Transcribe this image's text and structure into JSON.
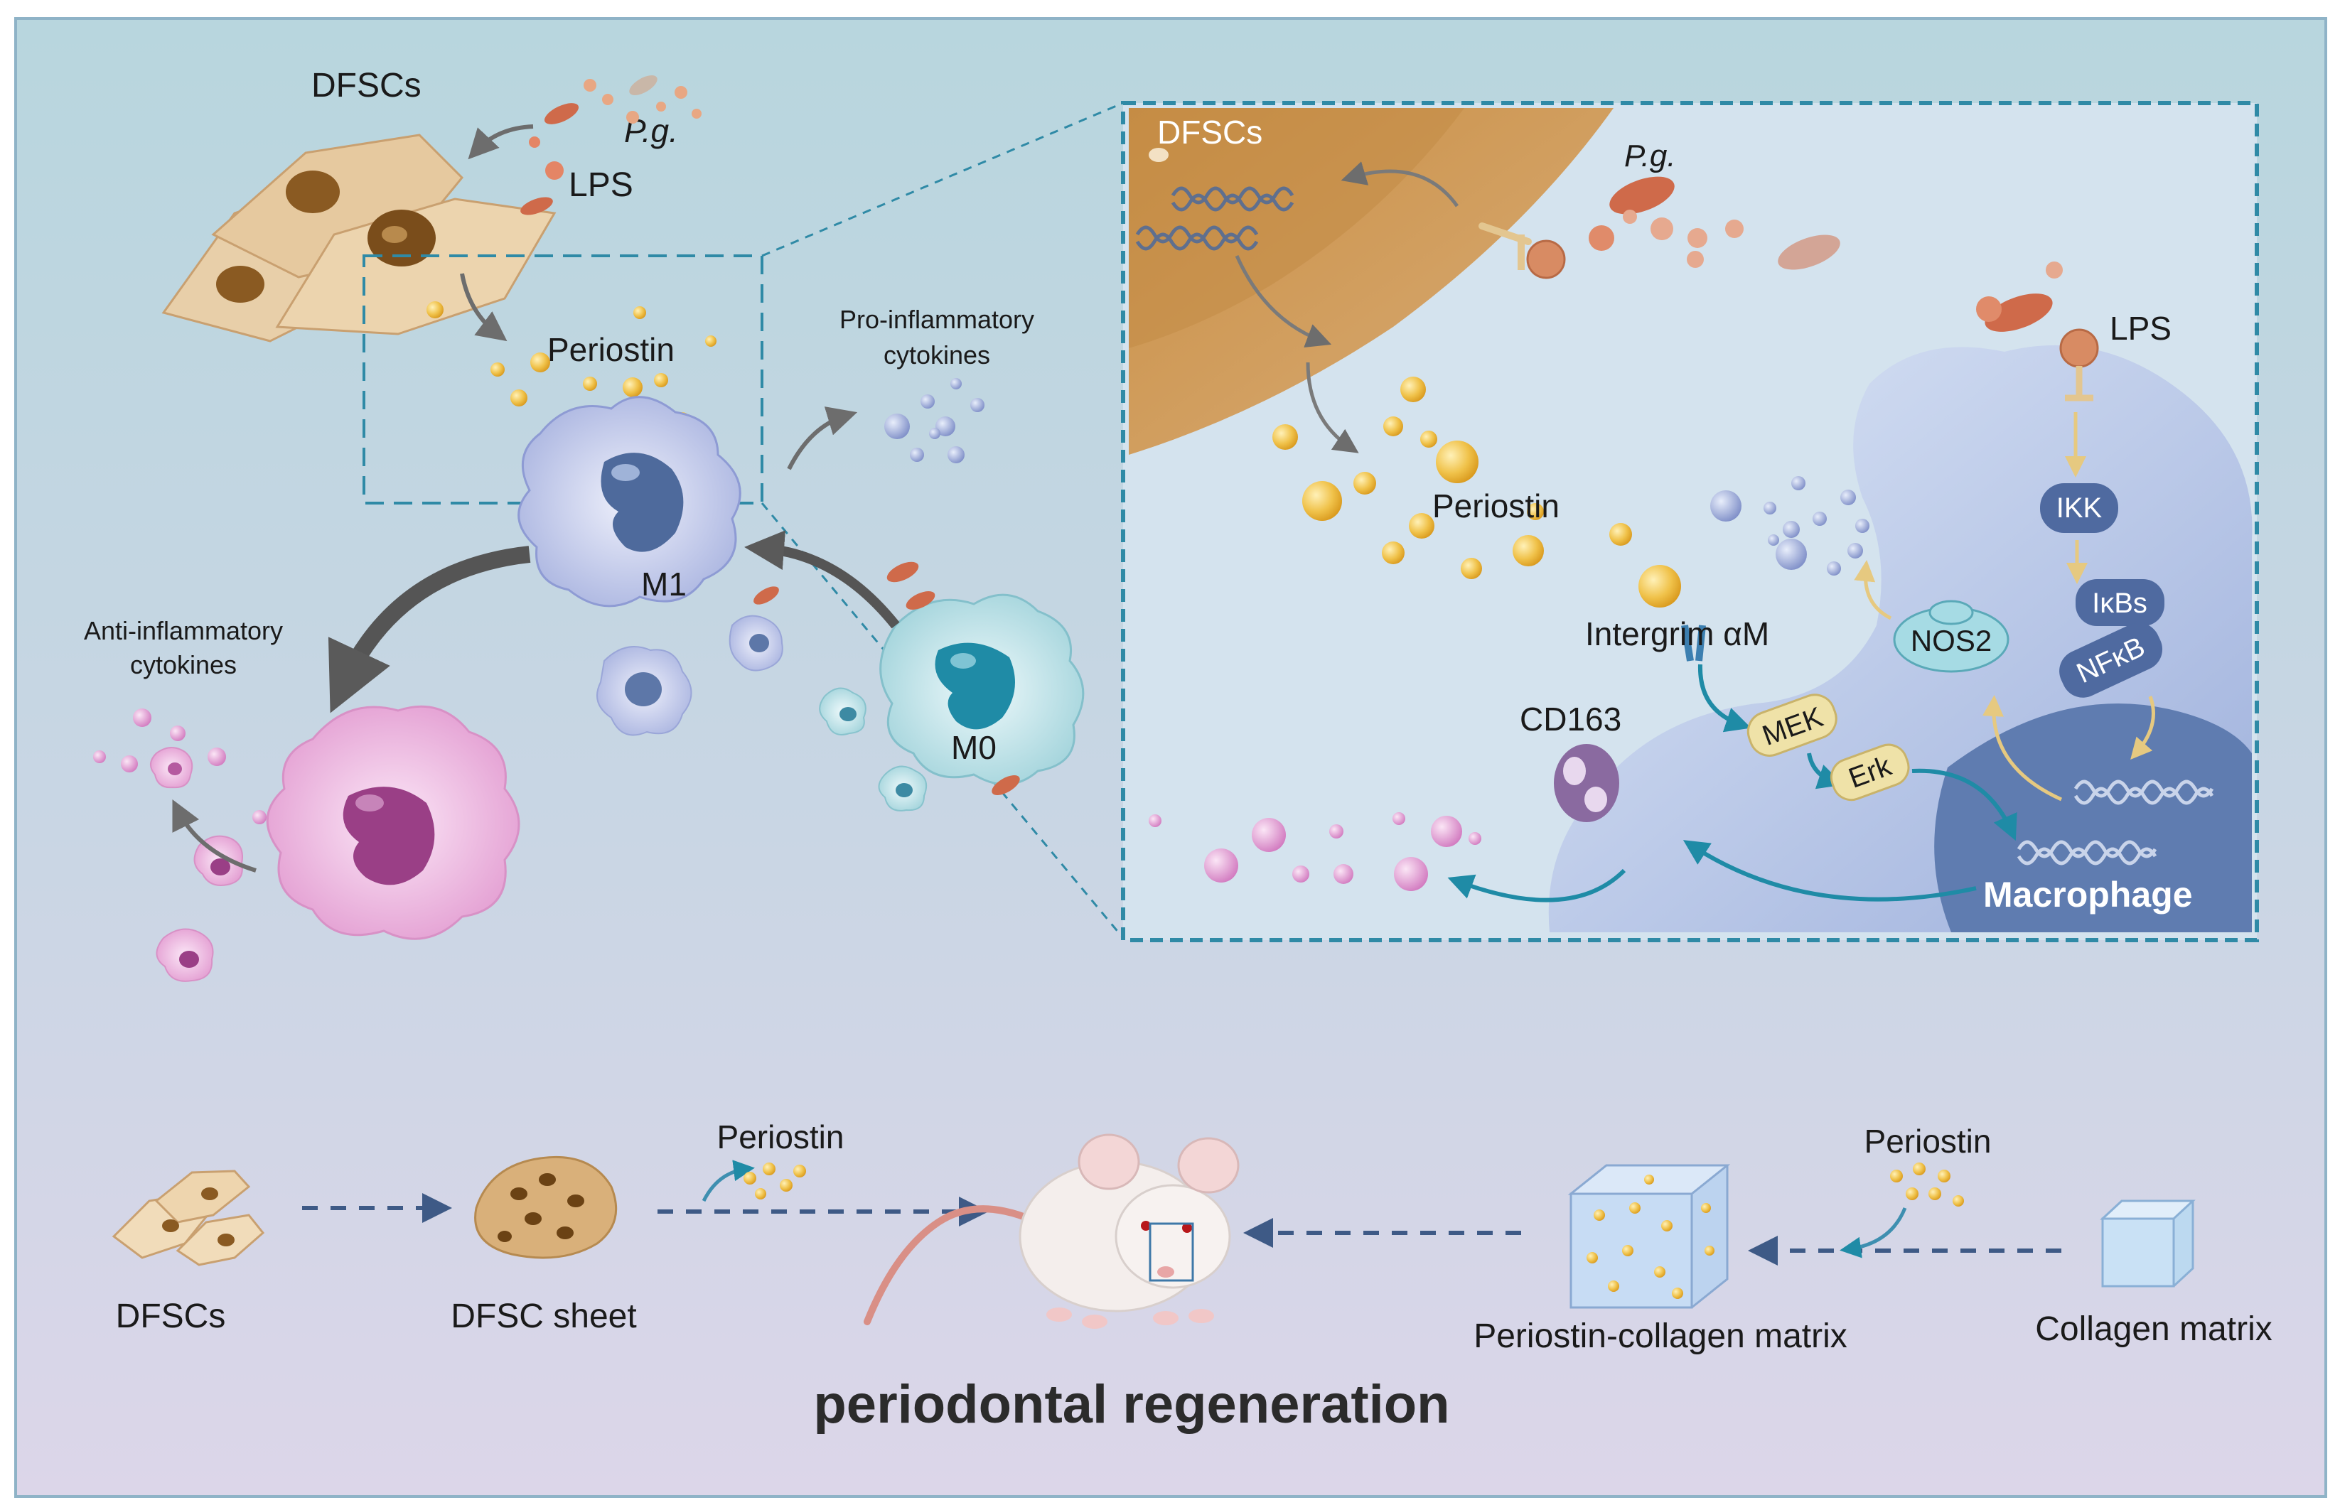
{
  "colors": {
    "frame": "#8fb3c7",
    "bg_top": "#b9d7df",
    "bg_bottom": "#d8d4e6",
    "dash_frame": "#2f8aa6",
    "dfsc_cell": "#d8b488",
    "dfsc_nucleus": "#8a5a22",
    "periostin": "#f0c24a",
    "macrophage_m1": "#a9b4e0",
    "macrophage_m0": "#9fd2da",
    "macrophage_m2": "#e6a3d6",
    "bacteria": "#cf6a4a",
    "signal_teal": "#1f8ba6",
    "signal_yellow": "#e8cd84"
  },
  "top_left": {
    "dfscs_label": "DFSCs",
    "pg_label": "P.g.",
    "lps_label": "LPS",
    "periostin_label": "Periostin",
    "pro_inflammatory_label_line1": "Pro-inflammatory",
    "pro_inflammatory_label_line2": "cytokines",
    "anti_inflammatory_label_line1": "Anti-inflammatory",
    "anti_inflammatory_label_line2": "cytokines",
    "m1_label": "M1",
    "m0_label": "M0"
  },
  "inset": {
    "dfscs_label": "DFSCs",
    "pg_label": "P.g.",
    "lps_label": "LPS",
    "periostin_label": "Periostin",
    "ikk_label": "IKK",
    "ikbs_label": "IκBs",
    "nfkb_label": "NFκB",
    "nos2_label": "NOS2",
    "integrin_label": "Intergrim αM",
    "mek_label": "MEK",
    "erk_label": "Erk",
    "cd163_label": "CD163",
    "macrophage_label": "Macrophage"
  },
  "bottom": {
    "dfscs_label": "DFSCs",
    "sheet_label": "DFSC sheet",
    "periostin_left_label": "Periostin",
    "periostin_right_label": "Periostin",
    "matrix_label": "Periostin-collagen matrix",
    "collagen_label": "Collagen matrix",
    "title": "periodontal regeneration"
  }
}
